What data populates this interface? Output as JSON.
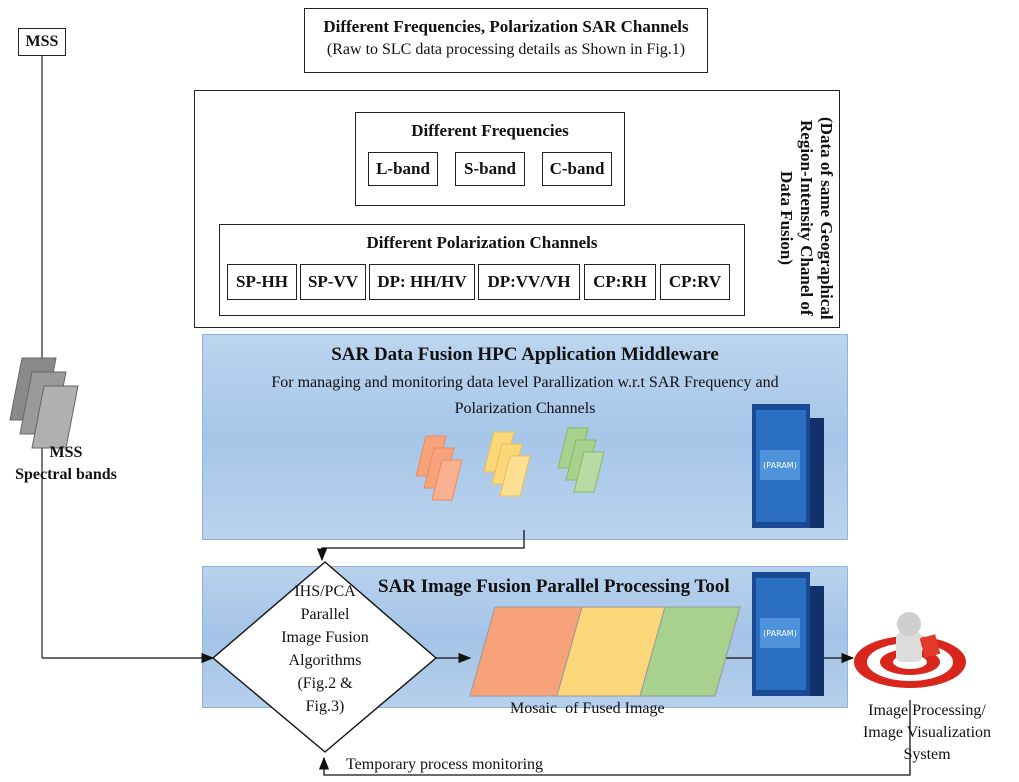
{
  "mss_label": "MSS",
  "header": {
    "title": "Different Frequencies, Polarization SAR Channels",
    "subtitle": "(Raw to SLC data processing details as Shown in Fig.1)"
  },
  "frequencies": {
    "title": "Different Frequencies",
    "bands": [
      "L-band",
      "S-band",
      "C-band"
    ]
  },
  "polarization": {
    "title": "Different Polarization Channels",
    "channels": [
      "SP-HH",
      "SP-VV",
      "DP: HH/HV",
      "DP:VV/VH",
      "CP:RH",
      "CP:RV"
    ]
  },
  "side_note": "(Data of same Geographical Region-Intensity Chanel of Data Fusion)",
  "mss_bands_label": [
    "MSS",
    "Spectral bands"
  ],
  "middleware": {
    "title": "SAR Data Fusion HPC Application Middleware",
    "desc_line1": "For managing and monitoring data level Parallization w.r.t SAR Frequency and",
    "desc_line2": "Polarization Channels"
  },
  "tool": {
    "title": "SAR Image Fusion Parallel Processing Tool"
  },
  "algorithm_lines": [
    "IHS/PCA",
    "Parallel",
    "Image Fusion",
    "Algorithms",
    "(Fig.2 &",
    "Fig.3)"
  ],
  "mosaic_label": "Mosaic  of Fused Image",
  "output_label": [
    "Image Processing/",
    "Image Visualization System"
  ],
  "monitor_label": "Temporary process monitoring",
  "colors": {
    "panel_blue": "#a9c8ea",
    "orange": "#f7a27a",
    "yellow": "#fbd77a",
    "green": "#a8d18d",
    "target_red": "#d9261c"
  }
}
